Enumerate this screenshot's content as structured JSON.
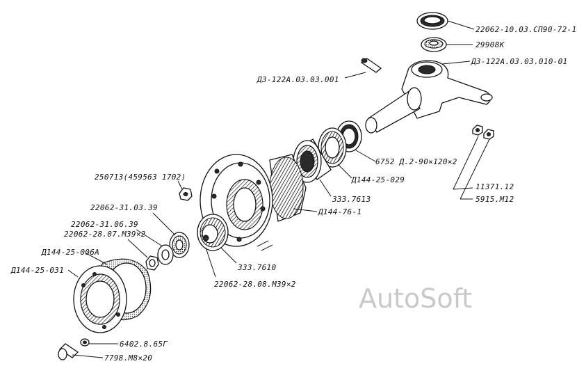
{
  "watermark": "AutoSoft",
  "labels": {
    "seal_top": "22062-10.03.СП90-72-10",
    "bearing_29908k": "29908К",
    "knuckle": "Д3-122А.03.03.010-01",
    "pin": "Д3-122А.03.03.001",
    "nut_11371": "11371.12",
    "washer_5915": "5915.М12",
    "seal_6752": "6752 Д.2-90×120×2",
    "ring_d144_25_029": "Д144-25-029",
    "bearing_333_7613": "333.7613",
    "hub": "Д144-76-1",
    "nut_250713": "250713(459563 1702)",
    "part_22062_31_03": "22062-31.03.39",
    "part_22062_31_06": "22062-31.06.39",
    "nut_22062_28_07": "22062-28.07.М39×2",
    "gasket_d144_25_006a": "Д144-25-006А",
    "cap_d144_25_031": "Д144-25-031",
    "bearing_333_7610": "333.7610",
    "nut_22062_28_08": "22062-28.08.М39×2",
    "washer_6402": "6402.8.65Г",
    "bolt_7798": "7798.М8×20"
  }
}
